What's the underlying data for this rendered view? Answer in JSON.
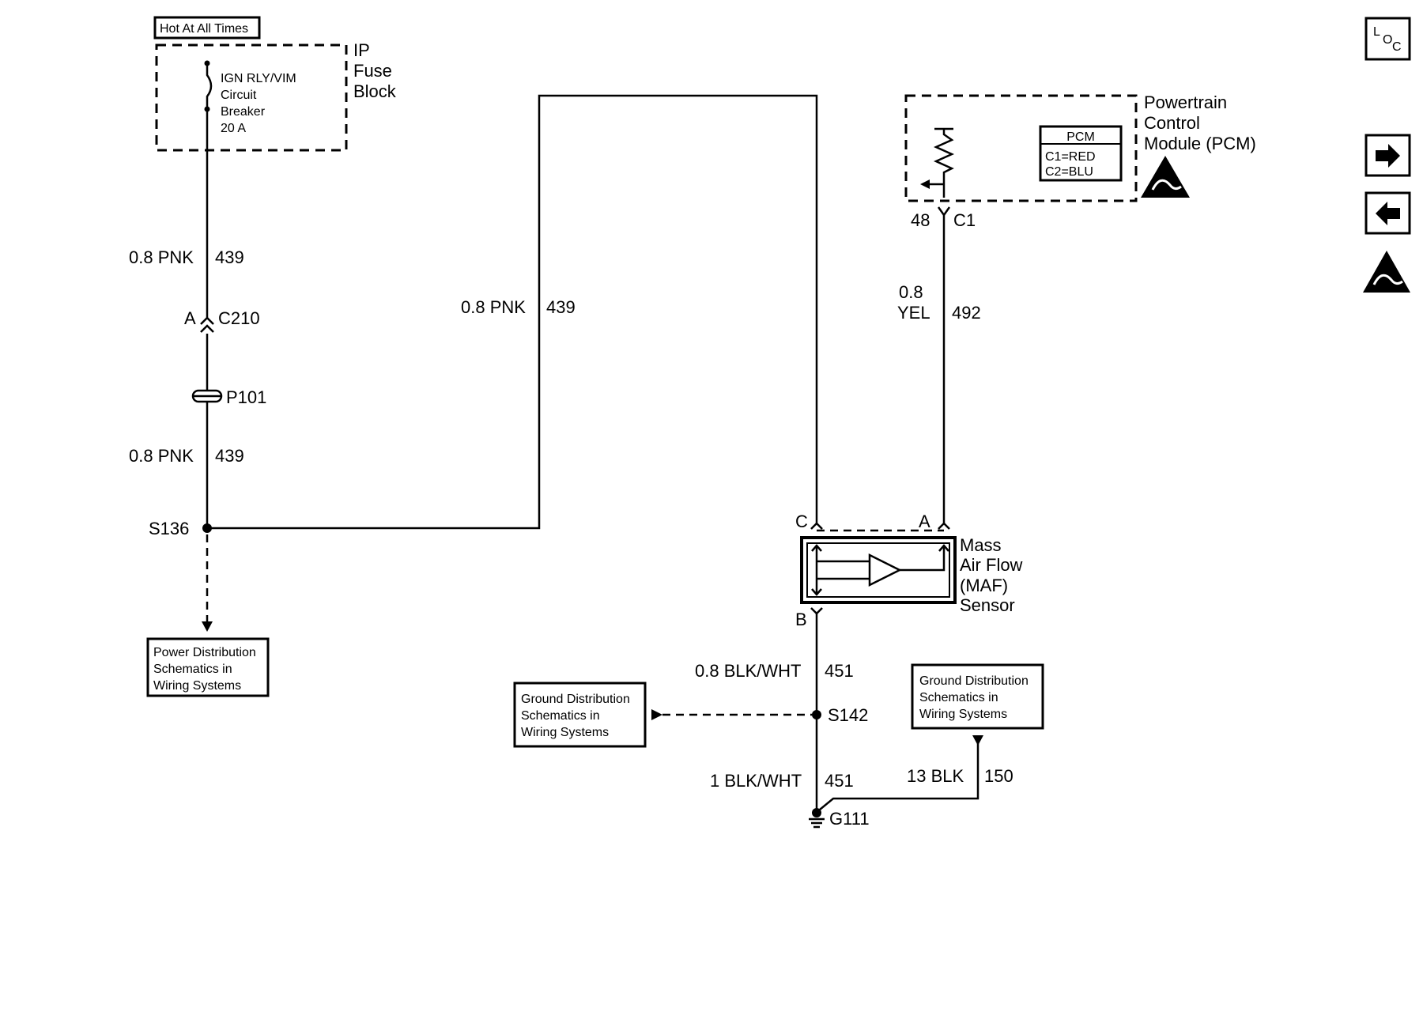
{
  "power": {
    "hot_label": "Hot At All Times",
    "fuse_block_lines": [
      "IP",
      "Fuse",
      "Block"
    ],
    "breaker_lines": [
      "IGN RLY/VIM",
      "Circuit",
      "Breaker",
      "20 A"
    ]
  },
  "left_wire": {
    "upper_size": "0.8 PNK",
    "upper_circuit": "439",
    "connector_pin": "A",
    "connector_name": "C210",
    "passthrough": "P101",
    "lower_size": "0.8 PNK",
    "lower_circuit": "439",
    "splice": "S136"
  },
  "power_dist_ref": [
    "Power Distribution",
    "Schematics in",
    "Wiring Systems"
  ],
  "mid_wire": {
    "size": "0.8 PNK",
    "circuit": "439"
  },
  "pcm": {
    "title_lines": [
      "Powertrain",
      "Control",
      "Module (PCM)"
    ],
    "table_header": "PCM",
    "table_rows": [
      "C1=RED",
      "C2=BLU"
    ],
    "pin": "48",
    "connector": "C1"
  },
  "pcm_wire": {
    "size_line1": "0.8",
    "size_line2": "YEL",
    "circuit": "492"
  },
  "maf": {
    "title_lines": [
      "Mass",
      "Air Flow",
      "(MAF)",
      "Sensor"
    ],
    "pin_c": "C",
    "pin_a": "A",
    "pin_b": "B"
  },
  "ground_wire": {
    "upper_size": "0.8 BLK/WHT",
    "upper_circuit": "451",
    "splice": "S142",
    "lower_size": "1 BLK/WHT",
    "lower_circuit": "451",
    "ground": "G111"
  },
  "ground_ref_left": [
    "Ground Distribution",
    "Schematics in",
    "Wiring Systems"
  ],
  "ground_ref_right": [
    "Ground Distribution",
    "Schematics in",
    "Wiring Systems"
  ],
  "ground_branch": {
    "size": "13 BLK",
    "circuit": "150"
  },
  "nav": {
    "loc_l": "L",
    "loc_o": "O",
    "loc_c": "C",
    "icons": [
      "loc-icon",
      "arrow-right-icon",
      "arrow-left-icon",
      "esd-icon"
    ]
  }
}
